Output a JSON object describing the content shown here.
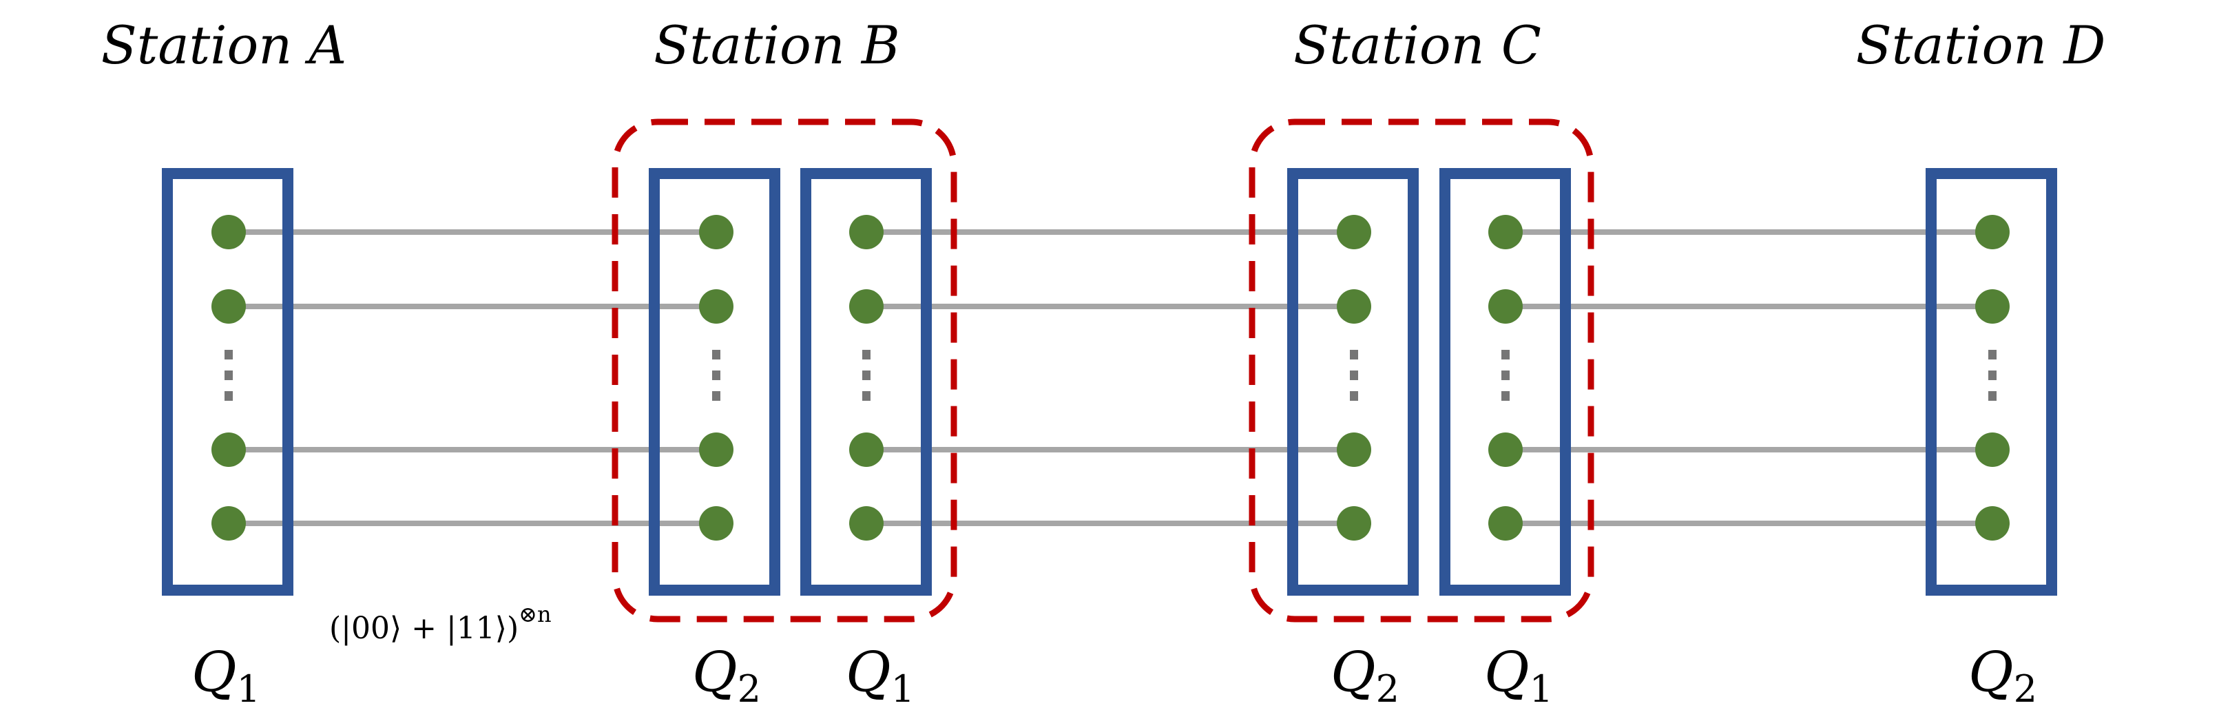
{
  "colors": {
    "register_border": "#2F5597",
    "qubit_fill": "#538135",
    "link_line": "#A6A6A6",
    "station_group_border": "#C00000",
    "ellipsis_dots": "#767676"
  },
  "stations": [
    {
      "name": "Station A",
      "registers": [
        {
          "symbol": "Q",
          "sub": "1"
        }
      ]
    },
    {
      "name": "Station B",
      "registers": [
        {
          "symbol": "Q",
          "sub": "2"
        },
        {
          "symbol": "Q",
          "sub": "1"
        }
      ]
    },
    {
      "name": "Station C",
      "registers": [
        {
          "symbol": "Q",
          "sub": "2"
        },
        {
          "symbol": "Q",
          "sub": "1"
        }
      ]
    },
    {
      "name": "Station D",
      "registers": [
        {
          "symbol": "Q",
          "sub": "2"
        }
      ]
    }
  ],
  "bell_state": {
    "base": "(|00⟩ + |11⟩)",
    "sup": "⊗n"
  }
}
